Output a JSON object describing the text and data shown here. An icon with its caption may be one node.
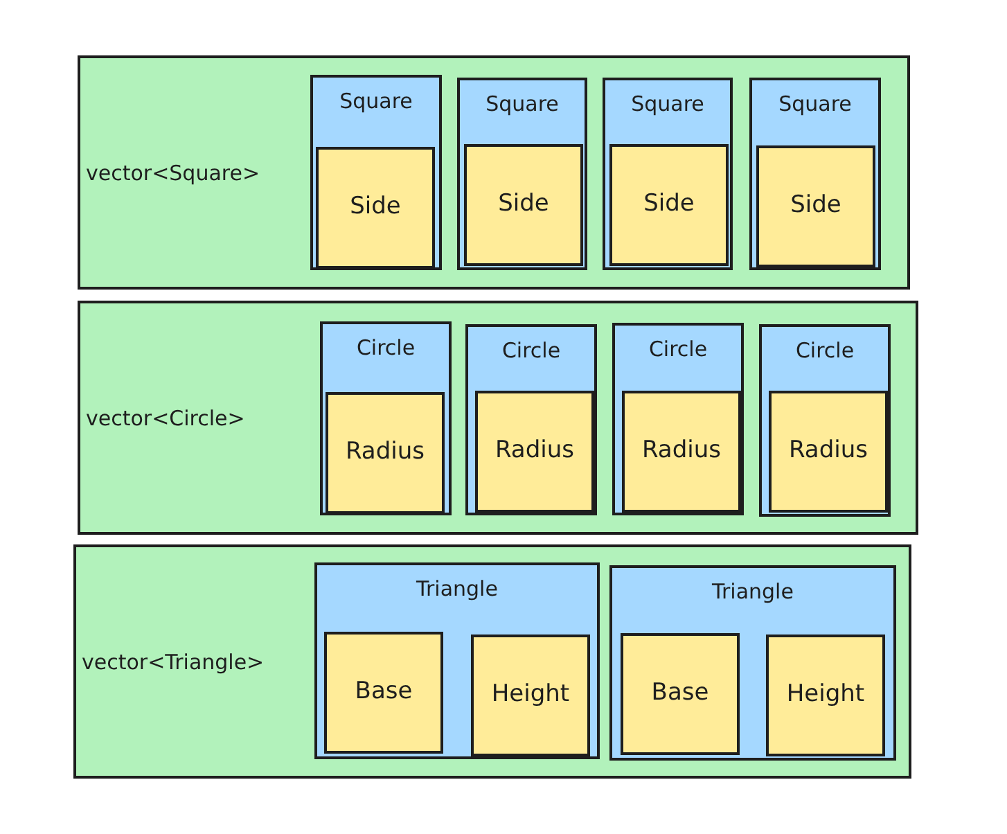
{
  "diagram": {
    "nodes": [
      {
        "text": [
          "vector<Square>"
        ]
      },
      {
        "text": [
          "Square"
        ],
        "in": 0
      },
      {
        "text": [
          "Side"
        ],
        "in": 1
      },
      {
        "text": [
          "Square"
        ],
        "in": 0
      },
      {
        "text": [
          "Side"
        ],
        "in": 3
      },
      {
        "text": [
          "Square"
        ],
        "in": 0
      },
      {
        "text": [
          "Side"
        ],
        "in": 5
      },
      {
        "text": [
          "Square"
        ],
        "in": 0
      },
      {
        "text": [
          "Side"
        ],
        "in": 7
      },
      {
        "text": [
          "vector<Circle>"
        ]
      },
      {
        "text": [
          "Circle"
        ],
        "in": 9
      },
      {
        "text": [
          "Radius"
        ],
        "in": 10
      },
      {
        "text": [
          "Circle"
        ],
        "in": 9
      },
      {
        "text": [
          "Radius"
        ],
        "in": 12
      },
      {
        "text": [
          "Circle"
        ],
        "in": 9
      },
      {
        "text": [
          "Radius"
        ],
        "in": 14
      },
      {
        "text": [
          "Circle"
        ],
        "in": 9
      },
      {
        "text": [
          "Radius"
        ],
        "in": 16
      },
      {
        "text": [
          "vector<Triangle>"
        ]
      },
      {
        "text": [
          "Triangle"
        ],
        "in": 18
      },
      {
        "text": [
          "Base"
        ],
        "in": 19
      },
      {
        "text": [
          "Height"
        ],
        "in": 19
      },
      {
        "text": [
          "Triangle"
        ],
        "in": 18
      },
      {
        "text": [
          "Base"
        ],
        "in": 22
      },
      {
        "text": [
          "Height"
        ],
        "in": 22
      }
    ]
  }
}
